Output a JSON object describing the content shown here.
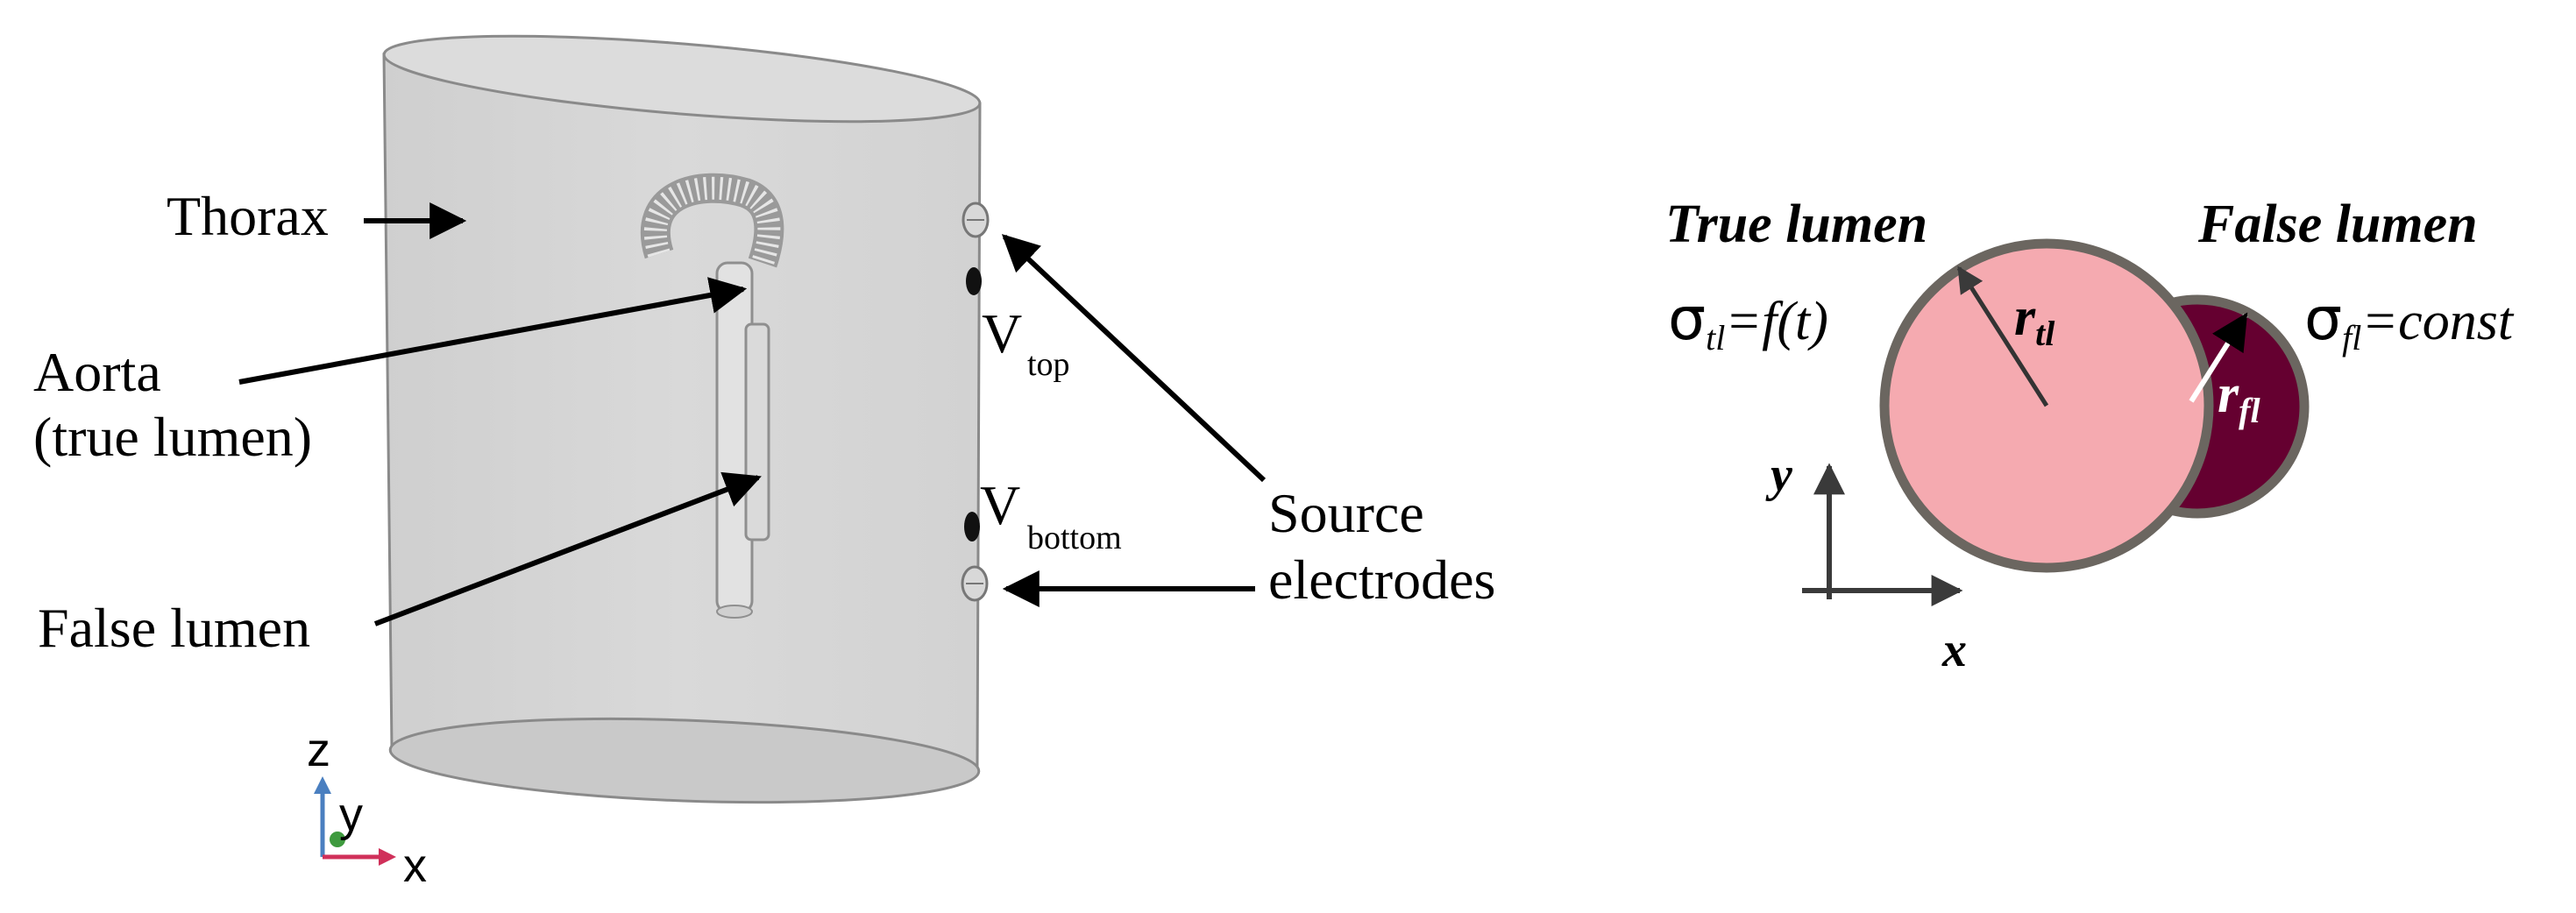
{
  "left_panel": {
    "thorax_label": "Thorax",
    "aorta_label_line1": "Aorta",
    "aorta_label_line2": "(true lumen)",
    "false_lumen_label": "False lumen",
    "v_top_main": "V",
    "v_top_sub": "top",
    "v_bottom_main": "V",
    "v_bottom_sub": "bottom",
    "source_label_line1": "Source",
    "source_label_line2": "electrodes",
    "axes": {
      "z": "z",
      "y": "y",
      "x": "x"
    }
  },
  "right_panel": {
    "true_lumen_title": "True lumen",
    "false_lumen_title": "False lumen",
    "sigma_tl": {
      "symbol": "σ",
      "sub": "tl",
      "rhs": "=f(t)"
    },
    "sigma_fl": {
      "symbol": "σ",
      "sub": "fl",
      "rhs": "=const"
    },
    "r_tl": {
      "main": "r",
      "sub": "tl"
    },
    "r_fl": {
      "main": "r",
      "sub": "fl"
    },
    "axis_y": "y",
    "axis_x": "x"
  },
  "colors": {
    "thorax_fill": "#d6d6d6",
    "true_lumen_fill": "#f5aab0",
    "false_lumen_fill": "#650030",
    "circle_outline": "#6b6660",
    "axis_arrow": "#3a3a3a",
    "axis_z": "#4a7fc0",
    "axis_y": "#3e9a3e",
    "axis_x": "#d0305a"
  }
}
